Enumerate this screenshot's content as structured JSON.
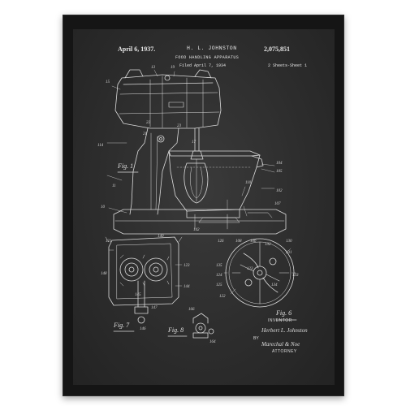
{
  "patent": {
    "date": "April 6, 1937.",
    "inventor_short": "H. L. JOHNSTON",
    "number": "2,075,851",
    "title": "FOOD HANDLING APPARATUS",
    "filed": "Filed April 7, 1934",
    "sheets": "2 Sheets-Sheet 1"
  },
  "figures": {
    "fig1": "Fig. 1",
    "fig6": "Fig. 6",
    "fig7": "Fig. 7",
    "fig8": "Fig. 8"
  },
  "signature_block": {
    "inventor_label": "INVENTOR",
    "inventor_signature": "Herbert L. Johnston",
    "by_label": "BY",
    "attorney_signature": "Marechal & Noe",
    "attorney_label": "ATTORNEY"
  },
  "colors": {
    "poster_background": "#2d2d2d",
    "frame": "#151515",
    "line": "#dcdcdc"
  }
}
